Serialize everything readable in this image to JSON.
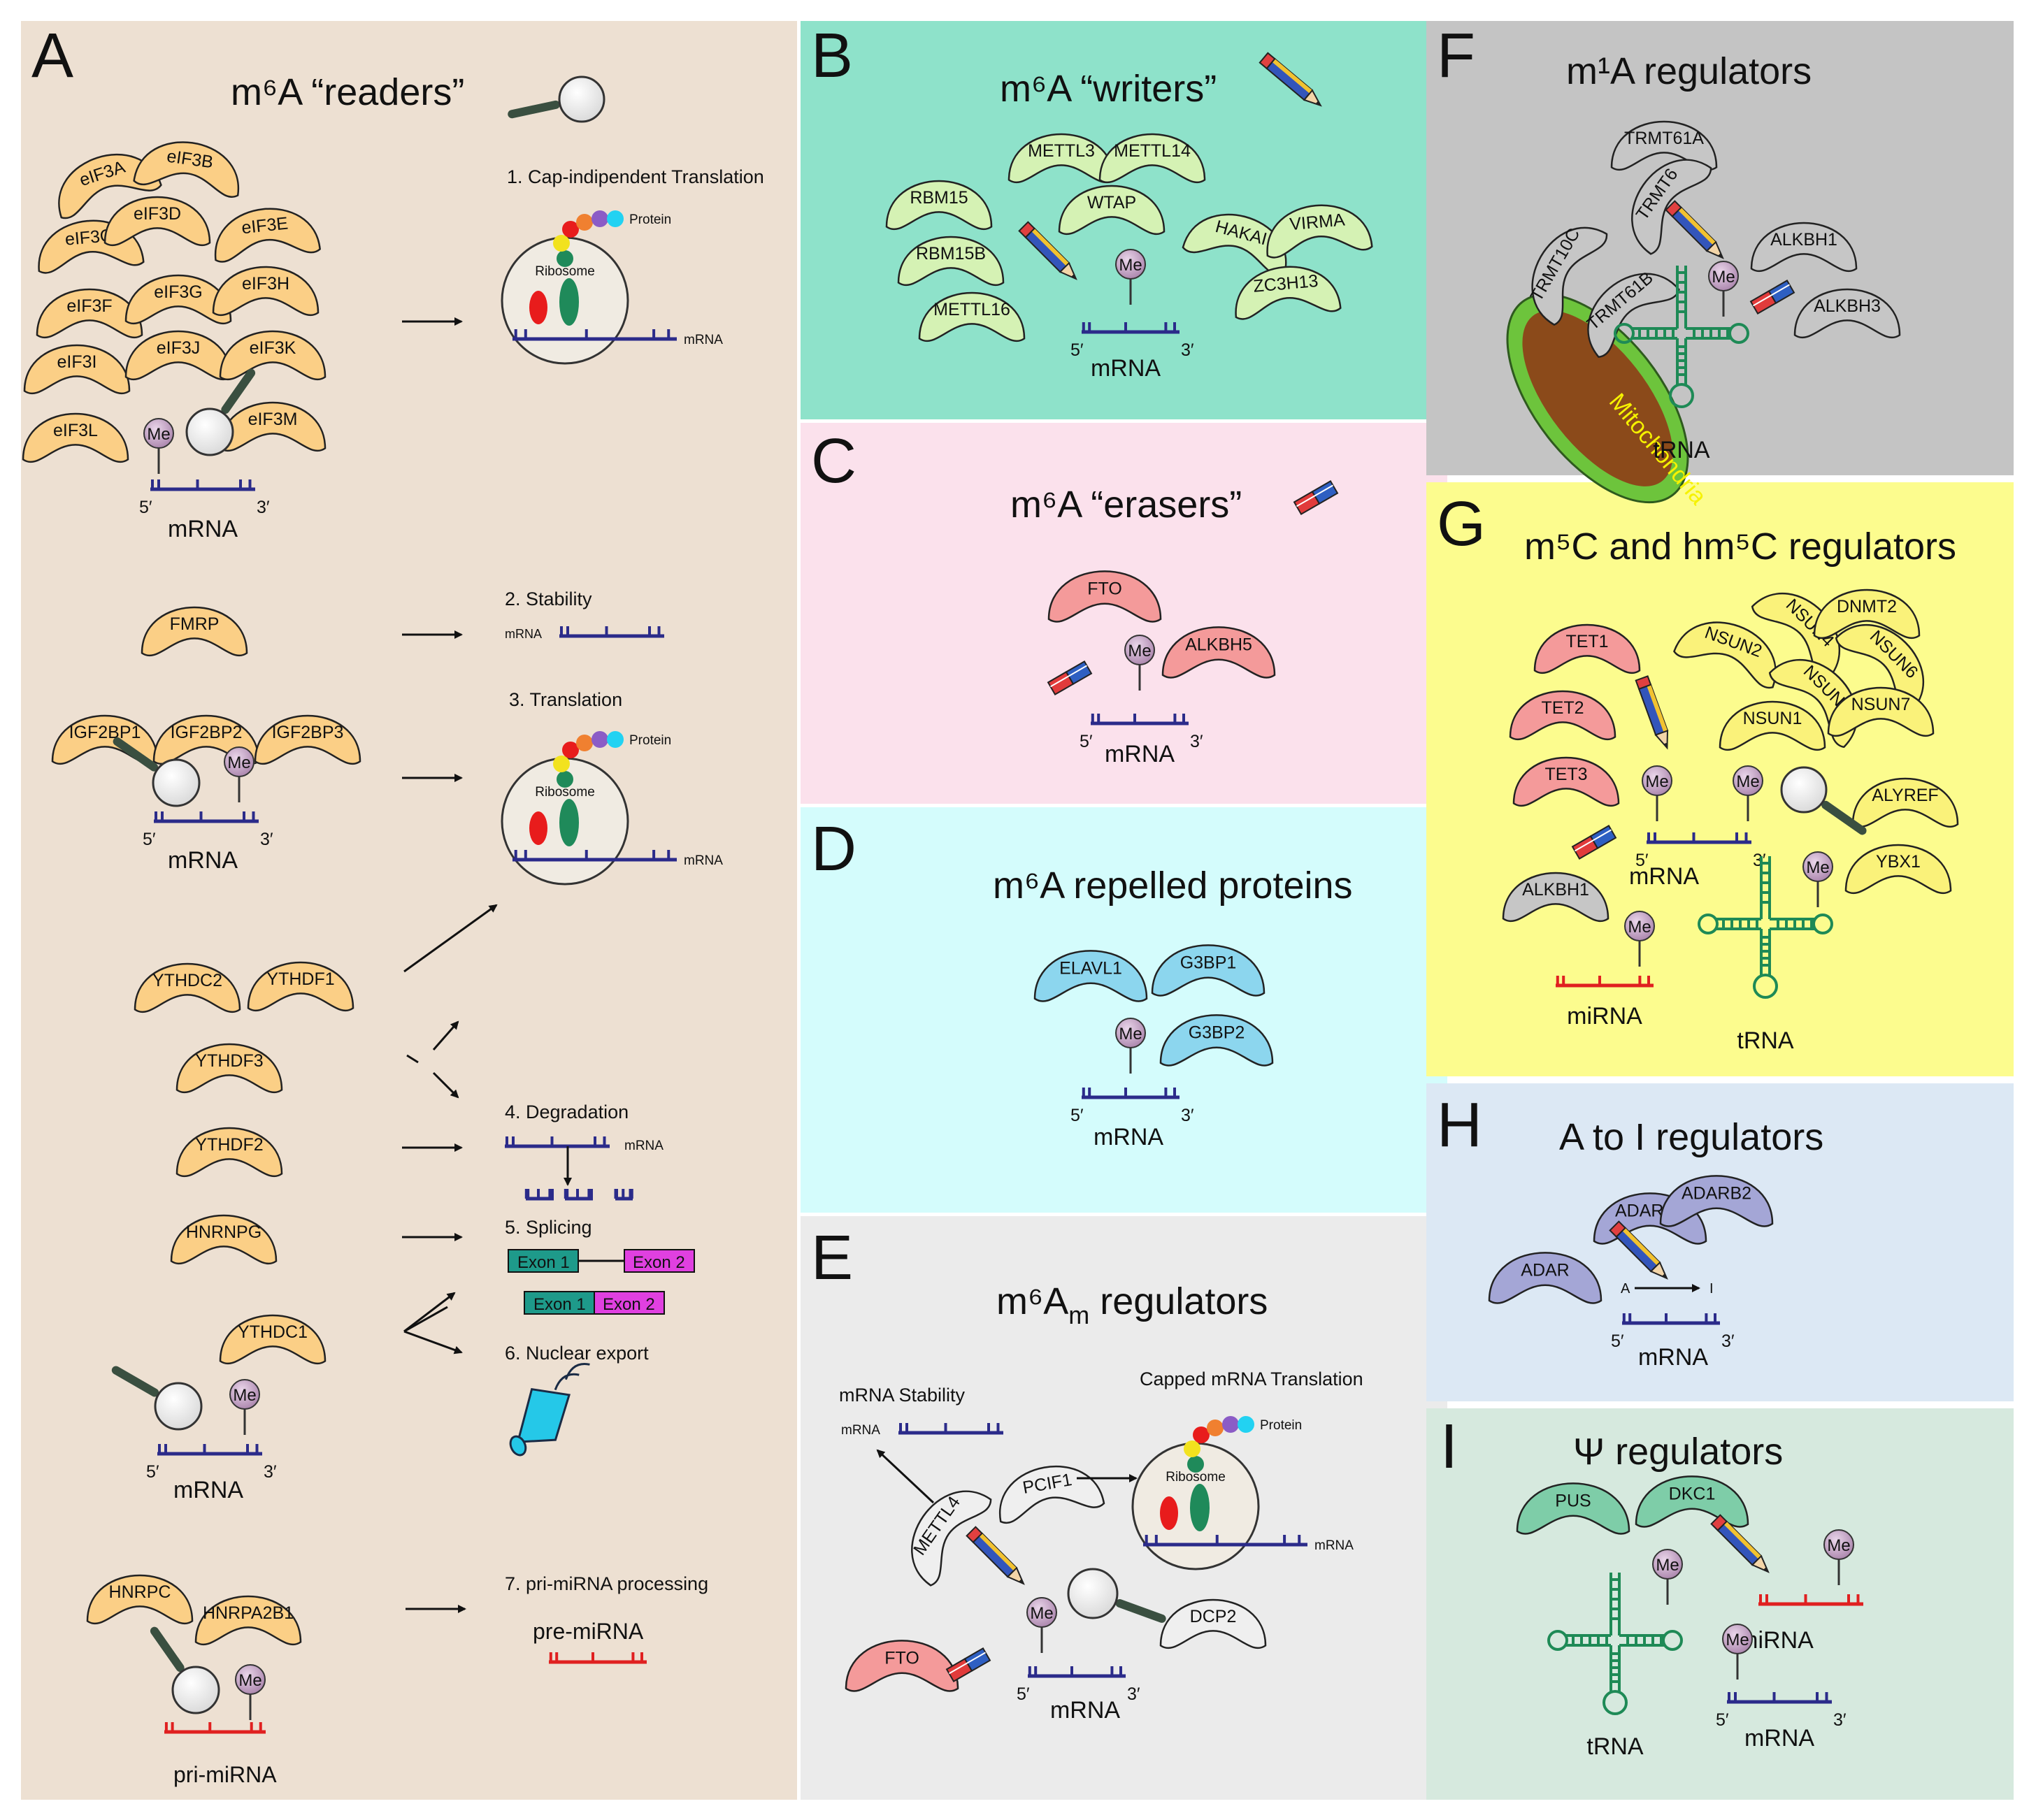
{
  "colors": {
    "panel_a": "#EDE0D2",
    "panel_b": "#8EE2CA",
    "panel_c": "#FBE1EC",
    "panel_d": "#D4FCFC",
    "panel_e": "#EBEBEB",
    "panel_f": "#C4C4C4",
    "panel_g": "#FCFC8E",
    "panel_h": "#DCE8F4",
    "panel_i": "#D6E9DE",
    "reader_protein": "#FBCF86",
    "writer_protein": "#D5F2B4",
    "eraser_protein": "#F49A9A",
    "repelled_protein": "#8CD6EE",
    "gray_protein": "#C6C6C6",
    "yellow_protein": "#FAF27A",
    "purple_protein": "#A4A6D6",
    "green_protein": "#7ECDA8",
    "white_protein": "#EFEFEF",
    "mrna": "#2B2B8A",
    "mirna": "#E02020",
    "trna": "#1E8A56",
    "me_ball": "#C7A8C8",
    "mitochondria_outer": "#6DC43C",
    "mitochondria_inner": "#8B4A1A",
    "mitochondria_text": "#F6F200",
    "exon1": "#1E9A8A",
    "exon2": "#E040E0"
  },
  "icons": [
    "magnifier-icon",
    "pencil-icon",
    "eraser-icon",
    "arrow-icon",
    "ribosome-icon",
    "nuclear-pore-icon",
    "mitochondria-icon"
  ],
  "panels": {
    "A": {
      "letter": "A",
      "title": "m⁶A “readers”",
      "group1_proteins": [
        "eIF3A",
        "eIF3B",
        "eIF3C",
        "eIF3D",
        "eIF3E",
        "eIF3F",
        "eIF3G",
        "eIF3H",
        "eIF3I",
        "eIF3J",
        "eIF3K",
        "eIF3L",
        "eIF3M"
      ],
      "fmrp": "FMRP",
      "igf_proteins": [
        "IGF2BP1",
        "IGF2BP2",
        "IGF2BP3"
      ],
      "yth_proteins": [
        "YTHDC2",
        "YTHDF1",
        "YTHDF3",
        "YTHDF2",
        "HNRNPG",
        "YTHDC1"
      ],
      "hnrp_proteins": [
        "HNRPC",
        "HNRPA2B1"
      ],
      "me": "Me",
      "five": "5′",
      "three": "3′",
      "mrna": "mRNA",
      "pri_mirna": "pri-miRNA",
      "pre_mirna": "pre-miRNA",
      "ribosome": "Ribosome",
      "protein": "Protein",
      "outcome1": "1. Cap-indipendent Translation",
      "outcome2": "2. Stability",
      "outcome3": "3. Translation",
      "outcome4": "4. Degradation",
      "outcome5": "5. Splicing",
      "outcome6": "6. Nuclear export",
      "outcome7": "7. pri-miRNA processing",
      "exon1": "Exon 1",
      "exon2": "Exon 2"
    },
    "B": {
      "letter": "B",
      "title": "m⁶A “writers”",
      "proteins": [
        "RBM15",
        "RBM15B",
        "METTL16",
        "METTL3",
        "METTL14",
        "WTAP",
        "HAKAI",
        "VIRMA",
        "ZC3H13"
      ],
      "me": "Me",
      "five": "5′",
      "three": "3′",
      "mrna": "mRNA"
    },
    "C": {
      "letter": "C",
      "title": "m⁶A “erasers”",
      "proteins": [
        "FTO",
        "ALKBH5"
      ],
      "me": "Me",
      "five": "5′",
      "three": "3′",
      "mrna": "mRNA"
    },
    "D": {
      "letter": "D",
      "title": "m⁶A repelled proteins",
      "proteins": [
        "ELAVL1",
        "G3BP1",
        "G3BP2"
      ],
      "me": "Me",
      "five": "5′",
      "three": "3′",
      "mrna": "mRNA"
    },
    "E": {
      "letter": "E",
      "title_main": "m⁶A",
      "title_sub": "m",
      "title_rest": " regulators",
      "proteins": [
        "METTL4",
        "PCIF1",
        "FTO",
        "DCP2"
      ],
      "stability": "mRNA Stability",
      "capped": "Capped mRNA Translation",
      "ribosome": "Ribosome",
      "protein": "Protein",
      "me": "Me",
      "five": "5′",
      "three": "3′",
      "mrna": "mRNA"
    },
    "F": {
      "letter": "F",
      "title": "m¹A regulators",
      "proteins": [
        "TRMT61A",
        "TRMT6",
        "TRMT10C",
        "TRMT61B",
        "ALKBH1",
        "ALKBH3"
      ],
      "mitochondria": "Mitochondria",
      "me": "Me",
      "trna": "tRNA"
    },
    "G": {
      "letter": "G",
      "title": "m⁵C and hm⁵C regulators",
      "proteins": [
        "TET1",
        "TET2",
        "TET3",
        "ALKBH1",
        "NSUN2",
        "NSUN4",
        "DNMT2",
        "NSUN6",
        "NSUN3",
        "NSUN7",
        "NSUN1",
        "ALYREF",
        "YBX1"
      ],
      "me": "Me",
      "five": "5′",
      "three": "3′",
      "mrna": "mRNA",
      "mirna": "miRNA",
      "trna": "tRNA"
    },
    "H": {
      "letter": "H",
      "title": "A to I regulators",
      "proteins": [
        "ADARB1",
        "ADARB2",
        "ADAR"
      ],
      "a_label": "A",
      "i_label": "I",
      "five": "5′",
      "three": "3′",
      "mrna": "mRNA"
    },
    "I": {
      "letter": "I",
      "title": "Ψ regulators",
      "proteins": [
        "PUS",
        "DKC1"
      ],
      "me": "Me",
      "five": "5′",
      "three": "3′",
      "trna": "tRNA",
      "mirna": "miRNA",
      "mrna": "mRNA"
    }
  }
}
